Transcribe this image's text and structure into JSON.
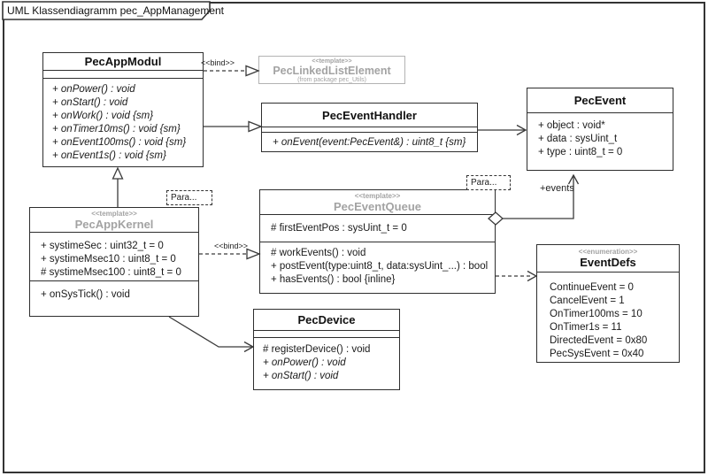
{
  "frame": {
    "title": "UML Klassendiagramm pec_AppManagement"
  },
  "classes": {
    "pec_app_modul": {
      "name": "PecAppModul",
      "operations": [
        {
          "t": "+ onPower() : void",
          "i": true
        },
        {
          "t": "+ onStart() : void",
          "i": true
        },
        {
          "t": "+ onWork() : void {sm}",
          "i": true
        },
        {
          "t": "+ onTimer10ms() : void {sm}",
          "i": true
        },
        {
          "t": "+ onEvent100ms() : void {sm}",
          "i": true
        },
        {
          "t": "+ onEvent1s() : void {sm}",
          "i": true
        }
      ]
    },
    "pec_linked_list_element": {
      "stereotype": "<<template>>",
      "name": "PecLinkedListElement",
      "origin": "(from package pec_Utils)"
    },
    "pec_event_handler": {
      "name": "PecEventHandler",
      "operations": [
        {
          "t": "+ onEvent(event:PecEvent&) : uint8_t {sm}",
          "i": true
        }
      ]
    },
    "pec_event": {
      "name": "PecEvent",
      "attributes": [
        {
          "t": "+ object : void*"
        },
        {
          "t": "+ data : sysUint_t"
        },
        {
          "t": "+ type : uint8_t = 0"
        }
      ]
    },
    "pec_app_kernel": {
      "stereotype": "<<template>>",
      "name": "PecAppKernel",
      "template_param": "Para...",
      "attributes": [
        {
          "t": "+ systimeSec : uint32_t = 0"
        },
        {
          "t": "+ systimeMsec10 : uint8_t = 0"
        },
        {
          "t": "# systimeMsec100 : uint8_t = 0"
        }
      ],
      "operations": [
        {
          "t": "+ onSysTick() : void"
        }
      ]
    },
    "pec_event_queue": {
      "stereotype": "<<template>>",
      "name": "PecEventQueue",
      "template_param": "Para...",
      "attributes": [
        {
          "t": "# firstEventPos : sysUint_t = 0"
        }
      ],
      "operations": [
        {
          "t": "# workEvents() : void"
        },
        {
          "t": "+ postEvent(type:uint8_t, data:sysUint_...) : bool"
        },
        {
          "t": "+ hasEvents() : bool {inline}"
        }
      ]
    },
    "event_defs": {
      "stereotype": "<<enumeration>>",
      "name": "EventDefs",
      "values": [
        {
          "t": "ContinueEvent = 0"
        },
        {
          "t": "CancelEvent = 1"
        },
        {
          "t": "OnTimer100ms = 10"
        },
        {
          "t": "OnTimer1s = 11"
        },
        {
          "t": "DirectedEvent = 0x80"
        },
        {
          "t": "PecSysEvent = 0x40"
        }
      ]
    },
    "pec_device": {
      "name": "PecDevice",
      "operations": [
        {
          "t": "# registerDevice() : void"
        },
        {
          "t": "+ onPower() : void",
          "i": true
        },
        {
          "t": "+ onStart() : void",
          "i": true
        }
      ]
    }
  },
  "relations": {
    "bind_modul_to_linkedlist": "<<bind>>",
    "bind_kernel_to_queue": "<<bind>>",
    "events_role": "+events"
  },
  "colors": {
    "line": "#3a3a3a",
    "gray_element": "#a3a3a3",
    "text": "#1a1a1a"
  }
}
